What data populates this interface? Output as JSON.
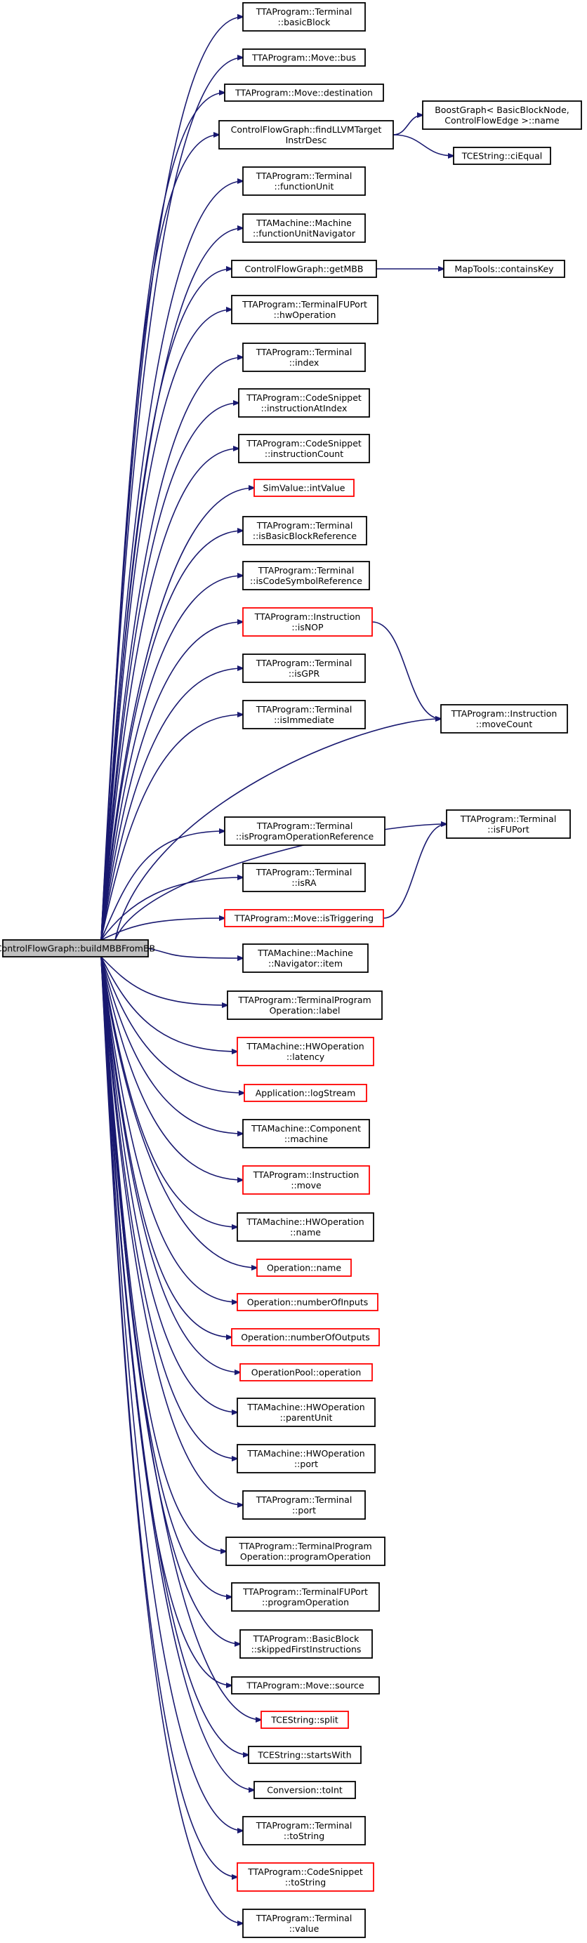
{
  "graph": {
    "root": {
      "id": "root",
      "lines": [
        "ControlFlowGraph::buildMBBFromBB"
      ]
    },
    "nodes": [
      {
        "id": "n0",
        "lines": [
          "TTAProgram::Terminal",
          "::basicBlock"
        ],
        "red": false
      },
      {
        "id": "n1",
        "lines": [
          "TTAProgram::Move::bus"
        ],
        "red": false
      },
      {
        "id": "n2",
        "lines": [
          "TTAProgram::Move::destination"
        ],
        "red": false
      },
      {
        "id": "n3",
        "lines": [
          "ControlFlowGraph::findLLVMTarget",
          "InstrDesc"
        ],
        "red": false
      },
      {
        "id": "n4",
        "lines": [
          "TTAProgram::Terminal",
          "::functionUnit"
        ],
        "red": false
      },
      {
        "id": "n5",
        "lines": [
          "TTAMachine::Machine",
          "::functionUnitNavigator"
        ],
        "red": false
      },
      {
        "id": "n6",
        "lines": [
          "ControlFlowGraph::getMBB"
        ],
        "red": false
      },
      {
        "id": "n7",
        "lines": [
          "TTAProgram::TerminalFUPort",
          "::hwOperation"
        ],
        "red": false
      },
      {
        "id": "n8",
        "lines": [
          "TTAProgram::Terminal",
          "::index"
        ],
        "red": false
      },
      {
        "id": "n9",
        "lines": [
          "TTAProgram::CodeSnippet",
          "::instructionAtIndex"
        ],
        "red": false
      },
      {
        "id": "n10",
        "lines": [
          "TTAProgram::CodeSnippet",
          "::instructionCount"
        ],
        "red": false
      },
      {
        "id": "n11",
        "lines": [
          "SimValue::intValue"
        ],
        "red": true
      },
      {
        "id": "n12",
        "lines": [
          "TTAProgram::Terminal",
          "::isBasicBlockReference"
        ],
        "red": false
      },
      {
        "id": "n13",
        "lines": [
          "TTAProgram::Terminal",
          "::isCodeSymbolReference"
        ],
        "red": false
      },
      {
        "id": "n14",
        "lines": [
          "TTAProgram::Instruction",
          "::isNOP"
        ],
        "red": true
      },
      {
        "id": "n15",
        "lines": [
          "TTAProgram::Terminal",
          "::isGPR"
        ],
        "red": false
      },
      {
        "id": "n16",
        "lines": [
          "TTAProgram::Terminal",
          "::isImmediate"
        ],
        "red": false
      },
      {
        "id": "n17",
        "lines": [
          "TTAProgram::Terminal",
          "::isProgramOperationReference"
        ],
        "red": false
      },
      {
        "id": "n18",
        "lines": [
          "TTAProgram::Terminal",
          "::isRA"
        ],
        "red": false
      },
      {
        "id": "n19",
        "lines": [
          "TTAProgram::Move::isTriggering"
        ],
        "red": true
      },
      {
        "id": "n20",
        "lines": [
          "TTAMachine::Machine",
          "::Navigator::item"
        ],
        "red": false
      },
      {
        "id": "n21",
        "lines": [
          "TTAProgram::TerminalProgram",
          "Operation::label"
        ],
        "red": false
      },
      {
        "id": "n22",
        "lines": [
          "TTAMachine::HWOperation",
          "::latency"
        ],
        "red": true
      },
      {
        "id": "n23",
        "lines": [
          "Application::logStream"
        ],
        "red": true
      },
      {
        "id": "n24",
        "lines": [
          "TTAMachine::Component",
          "::machine"
        ],
        "red": false
      },
      {
        "id": "n25",
        "lines": [
          "TTAProgram::Instruction",
          "::move"
        ],
        "red": true
      },
      {
        "id": "n26",
        "lines": [
          "TTAMachine::HWOperation",
          "::name"
        ],
        "red": false
      },
      {
        "id": "n27",
        "lines": [
          "Operation::name"
        ],
        "red": true
      },
      {
        "id": "n28",
        "lines": [
          "Operation::numberOfInputs"
        ],
        "red": true
      },
      {
        "id": "n29",
        "lines": [
          "Operation::numberOfOutputs"
        ],
        "red": true
      },
      {
        "id": "n30",
        "lines": [
          "OperationPool::operation"
        ],
        "red": true
      },
      {
        "id": "n31",
        "lines": [
          "TTAMachine::HWOperation",
          "::parentUnit"
        ],
        "red": false
      },
      {
        "id": "n32",
        "lines": [
          "TTAMachine::HWOperation",
          "::port"
        ],
        "red": false
      },
      {
        "id": "n33",
        "lines": [
          "TTAProgram::Terminal",
          "::port"
        ],
        "red": false
      },
      {
        "id": "n34",
        "lines": [
          "TTAProgram::TerminalProgram",
          "Operation::programOperation"
        ],
        "red": false
      },
      {
        "id": "n35",
        "lines": [
          "TTAProgram::TerminalFUPort",
          "::programOperation"
        ],
        "red": false
      },
      {
        "id": "n36",
        "lines": [
          "TTAProgram::BasicBlock",
          "::skippedFirstInstructions"
        ],
        "red": false
      },
      {
        "id": "n37",
        "lines": [
          "TTAProgram::Move::source"
        ],
        "red": false
      },
      {
        "id": "n38",
        "lines": [
          "TCEString::split"
        ],
        "red": true
      },
      {
        "id": "n39",
        "lines": [
          "TCEString::startsWith"
        ],
        "red": false
      },
      {
        "id": "n40",
        "lines": [
          "Conversion::toInt"
        ],
        "red": false
      },
      {
        "id": "n41",
        "lines": [
          "TTAProgram::Terminal",
          "::toString"
        ],
        "red": false
      },
      {
        "id": "n42",
        "lines": [
          "TTAProgram::CodeSnippet",
          "::toString"
        ],
        "red": true
      },
      {
        "id": "n43",
        "lines": [
          "TTAProgram::Terminal",
          "::value"
        ],
        "red": false
      },
      {
        "id": "n44",
        "lines": [
          "BoostGraph< BasicBlockNode,",
          "ControlFlowEdge >::name"
        ],
        "red": false
      },
      {
        "id": "n45",
        "lines": [
          "TCEString::ciEqual"
        ],
        "red": false
      },
      {
        "id": "n46",
        "lines": [
          "MapTools::containsKey"
        ],
        "red": false
      },
      {
        "id": "n47",
        "lines": [
          "TTAProgram::Instruction",
          "::moveCount"
        ],
        "red": false
      },
      {
        "id": "n48",
        "lines": [
          "TTAProgram::Terminal",
          "::isFUPort"
        ],
        "red": false
      }
    ],
    "edges": [
      [
        "root",
        "n0"
      ],
      [
        "root",
        "n1"
      ],
      [
        "root",
        "n2"
      ],
      [
        "root",
        "n3"
      ],
      [
        "root",
        "n4"
      ],
      [
        "root",
        "n5"
      ],
      [
        "root",
        "n6"
      ],
      [
        "root",
        "n7"
      ],
      [
        "root",
        "n8"
      ],
      [
        "root",
        "n9"
      ],
      [
        "root",
        "n10"
      ],
      [
        "root",
        "n11"
      ],
      [
        "root",
        "n12"
      ],
      [
        "root",
        "n13"
      ],
      [
        "root",
        "n14"
      ],
      [
        "root",
        "n15"
      ],
      [
        "root",
        "n16"
      ],
      [
        "root",
        "n17"
      ],
      [
        "root",
        "n18"
      ],
      [
        "root",
        "n19"
      ],
      [
        "root",
        "n20"
      ],
      [
        "root",
        "n21"
      ],
      [
        "root",
        "n22"
      ],
      [
        "root",
        "n23"
      ],
      [
        "root",
        "n24"
      ],
      [
        "root",
        "n25"
      ],
      [
        "root",
        "n26"
      ],
      [
        "root",
        "n27"
      ],
      [
        "root",
        "n28"
      ],
      [
        "root",
        "n29"
      ],
      [
        "root",
        "n30"
      ],
      [
        "root",
        "n31"
      ],
      [
        "root",
        "n32"
      ],
      [
        "root",
        "n33"
      ],
      [
        "root",
        "n34"
      ],
      [
        "root",
        "n35"
      ],
      [
        "root",
        "n36"
      ],
      [
        "root",
        "n37"
      ],
      [
        "root",
        "n38"
      ],
      [
        "root",
        "n39"
      ],
      [
        "root",
        "n40"
      ],
      [
        "root",
        "n41"
      ],
      [
        "root",
        "n42"
      ],
      [
        "root",
        "n43"
      ],
      [
        "root",
        "n47"
      ],
      [
        "root",
        "n48"
      ],
      [
        "n3",
        "n44"
      ],
      [
        "n3",
        "n45"
      ],
      [
        "n6",
        "n46"
      ],
      [
        "n14",
        "n47"
      ],
      [
        "n19",
        "n48"
      ]
    ]
  },
  "colors": {
    "edge": "#191970",
    "node_border": "#000000",
    "node_border_red": "#ff0000",
    "root_fill": "#bfbfbf"
  }
}
